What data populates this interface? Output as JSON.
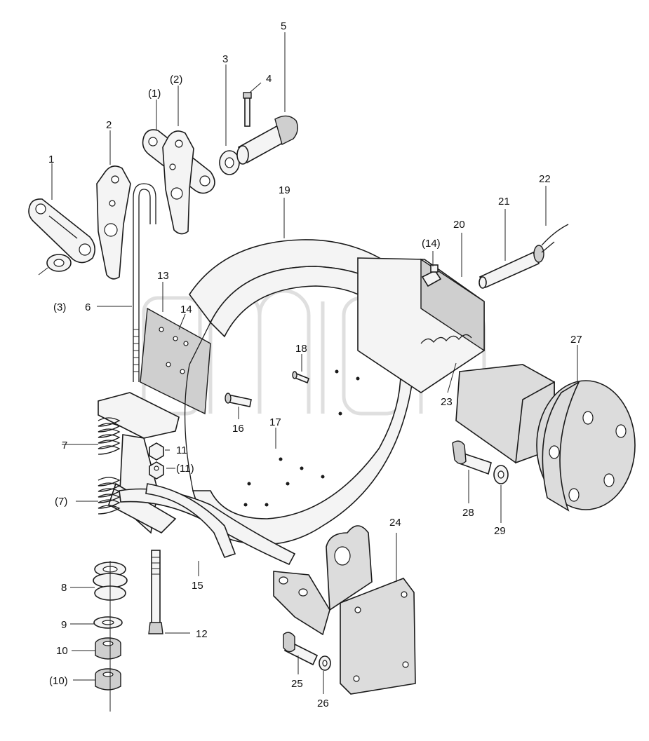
{
  "callouts": [
    {
      "id": "c1",
      "text": "1"
    },
    {
      "id": "c2",
      "text": "2"
    },
    {
      "id": "c1p",
      "text": "(1)"
    },
    {
      "id": "c2p",
      "text": "(2)"
    },
    {
      "id": "c3",
      "text": "3"
    },
    {
      "id": "c4",
      "text": "4"
    },
    {
      "id": "c5",
      "text": "5"
    },
    {
      "id": "c3p",
      "text": "(3)"
    },
    {
      "id": "c6",
      "text": "6"
    },
    {
      "id": "c13",
      "text": "13"
    },
    {
      "id": "c14",
      "text": "14"
    },
    {
      "id": "c19",
      "text": "19"
    },
    {
      "id": "c14p",
      "text": "(14)"
    },
    {
      "id": "c20",
      "text": "20"
    },
    {
      "id": "c21",
      "text": "21"
    },
    {
      "id": "c22",
      "text": "22"
    },
    {
      "id": "c18",
      "text": "18"
    },
    {
      "id": "c23",
      "text": "23"
    },
    {
      "id": "c27",
      "text": "27"
    },
    {
      "id": "c16",
      "text": "16"
    },
    {
      "id": "c17",
      "text": "17"
    },
    {
      "id": "c7",
      "text": "7"
    },
    {
      "id": "c11",
      "text": "11"
    },
    {
      "id": "c11p",
      "text": "(11)"
    },
    {
      "id": "c7p",
      "text": "(7)"
    },
    {
      "id": "c28",
      "text": "28"
    },
    {
      "id": "c29",
      "text": "29"
    },
    {
      "id": "c24",
      "text": "24"
    },
    {
      "id": "c15",
      "text": "15"
    },
    {
      "id": "c8",
      "text": "8"
    },
    {
      "id": "c9",
      "text": "9"
    },
    {
      "id": "c10",
      "text": "10"
    },
    {
      "id": "c12",
      "text": "12"
    },
    {
      "id": "c10p",
      "text": "(10)"
    },
    {
      "id": "c25",
      "text": "25"
    },
    {
      "id": "c26",
      "text": "26"
    }
  ],
  "icons": {
    "watermark": "watermark-logo"
  }
}
